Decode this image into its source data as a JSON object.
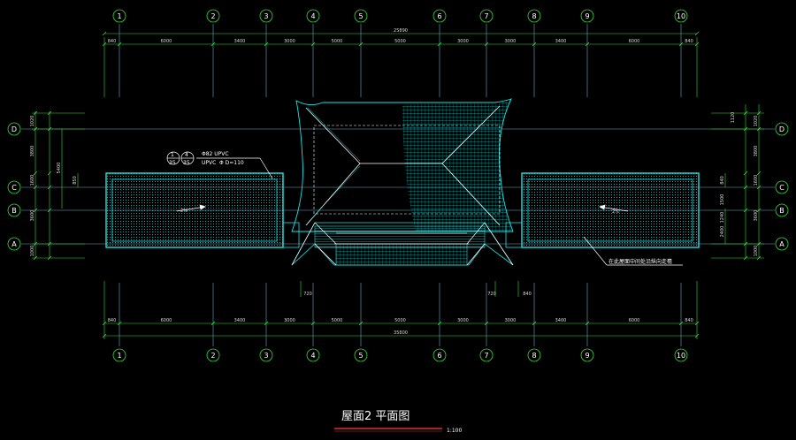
{
  "drawing": {
    "title": "屋面2 平面图",
    "scale": "1:100",
    "colors": {
      "background": "#000000",
      "axis": "#6fa8c8",
      "dimension": "#33dd33",
      "roof": "#19e6e6",
      "text": "#ffffff",
      "title_underline": "#e03030"
    }
  },
  "axes": {
    "vertical": [
      "1",
      "2",
      "3",
      "4",
      "5",
      "6",
      "7",
      "8",
      "9",
      "10"
    ],
    "horizontal": [
      "D",
      "C",
      "B",
      "A"
    ]
  },
  "dims": {
    "top_total": "25890",
    "top_segments": [
      "840",
      "6000",
      "3400",
      "3000",
      "5000",
      "5000",
      "3000",
      "3000",
      "3400",
      "6000",
      "840"
    ],
    "bottom_total": "35800",
    "bottom_segments": [
      "840",
      "6000",
      "3400",
      "3000",
      "5000",
      "5000",
      "3000",
      "3000",
      "3400",
      "6000",
      "840"
    ],
    "left_outer": [
      "1020",
      "3800",
      "1600",
      "3600",
      "1000"
    ],
    "left_inner": [
      "5400",
      "850"
    ],
    "right_outer": [
      "1020",
      "3800",
      "1600",
      "3600",
      "1000"
    ],
    "right_inner": [
      "1120",
      "840",
      "1500",
      "1240",
      "2400"
    ],
    "misc": [
      "720",
      "720",
      "840"
    ]
  },
  "annotations": {
    "slope_left": "2%",
    "slope_right": "2%",
    "drain_top": "Φ82 UPVC",
    "drain_text": "UPVC",
    "drain_extra": "Φ D=110",
    "bubble_a": "1",
    "bubble_b": "4",
    "bubble_c": "35",
    "bubble_d": "35",
    "right_note": "在此屋面中间处沿纵向走檐"
  }
}
